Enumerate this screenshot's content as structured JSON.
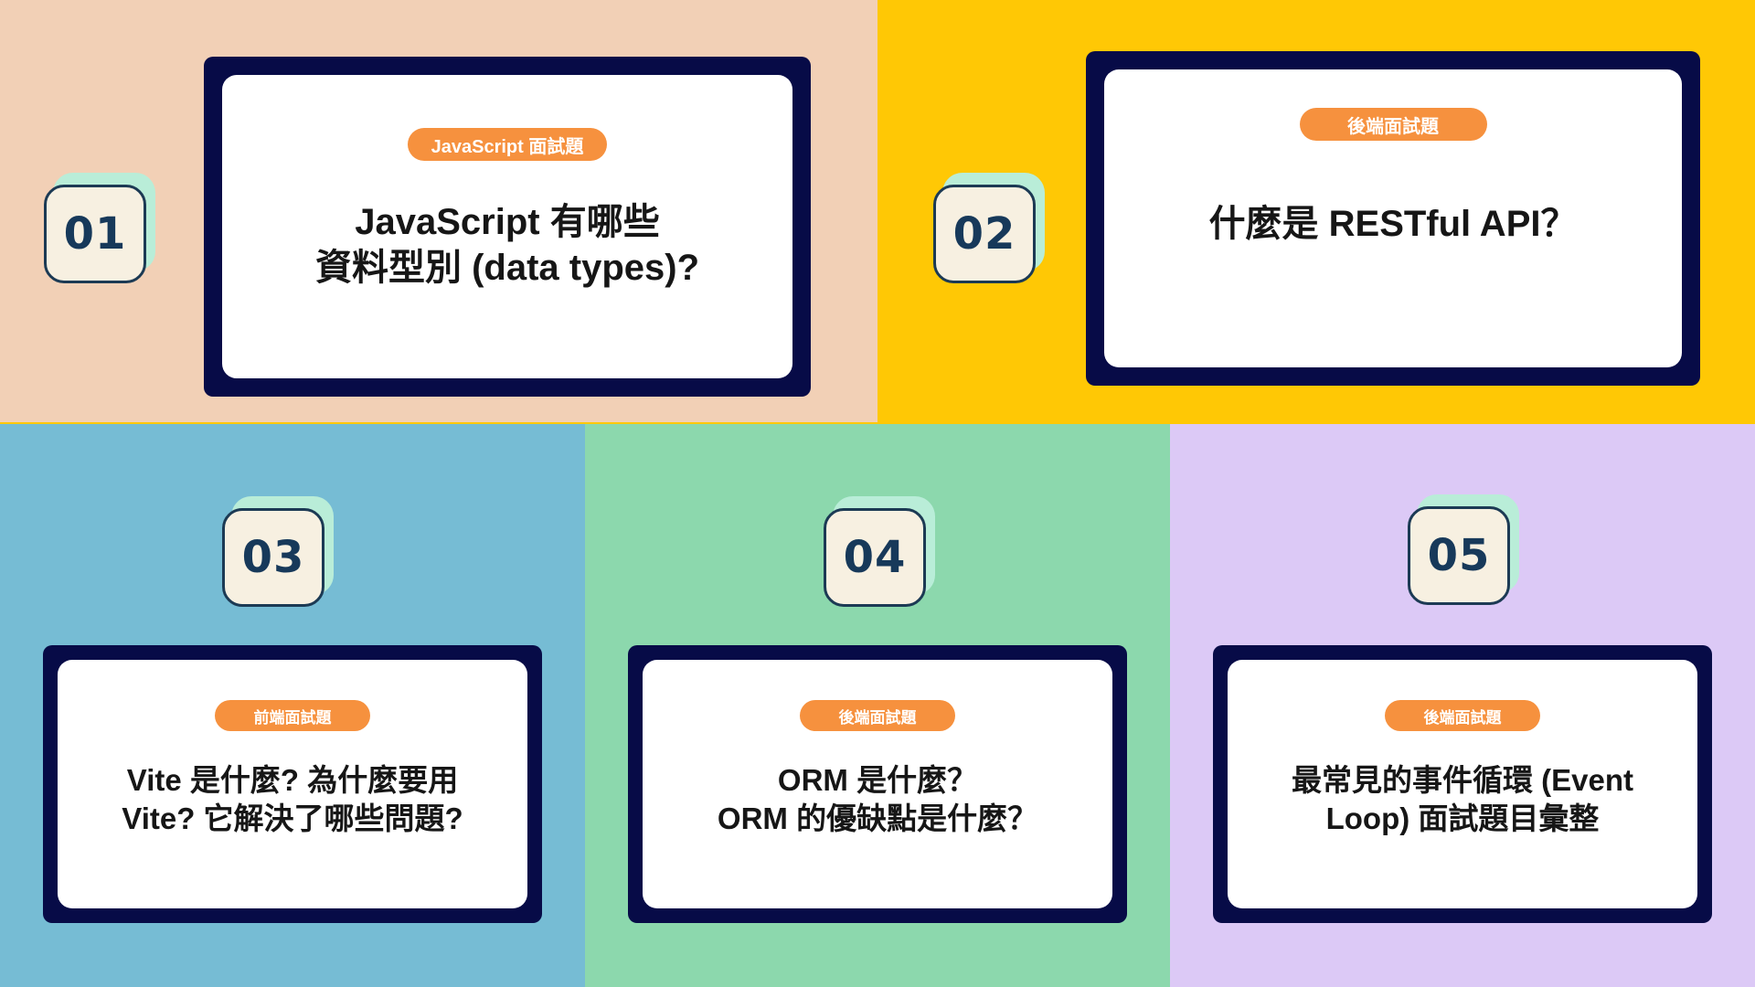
{
  "palette": {
    "section_peach": "#f2d0b6",
    "section_yellow": "#ffc805",
    "section_blue": "#76bcd4",
    "section_green": "#8cd8ad",
    "section_lavender": "#dcc9f6",
    "frame_navy": "#070b47",
    "card_white": "#ffffff",
    "badge_cream": "#f7f0e1",
    "badge_shadow_mint": "#b9edd8",
    "badge_border": "#1c3a54",
    "badge_number_text": "#17395a",
    "tag_orange": "#f6913e",
    "tag_text": "#ffffff",
    "title_text": "#161616"
  },
  "cards": [
    {
      "number": "01",
      "tag": "JavaScript 面試題",
      "title_lines": [
        "JavaScript 有哪些",
        "資料型別 (data types)?"
      ]
    },
    {
      "number": "02",
      "tag": "後端面試題",
      "title_lines": [
        "什麼是 RESTful API？"
      ]
    },
    {
      "number": "03",
      "tag": "前端面試題",
      "title_lines": [
        "Vite 是什麼? 為什麼要用",
        "Vite? 它解決了哪些問題?"
      ]
    },
    {
      "number": "04",
      "tag": "後端面試題",
      "title_lines": [
        "ORM 是什麼？",
        "ORM 的優缺點是什麼？"
      ]
    },
    {
      "number": "05",
      "tag": "後端面試題",
      "title_lines": [
        "最常見的事件循環 (Event",
        "Loop) 面試題目彙整"
      ]
    }
  ]
}
